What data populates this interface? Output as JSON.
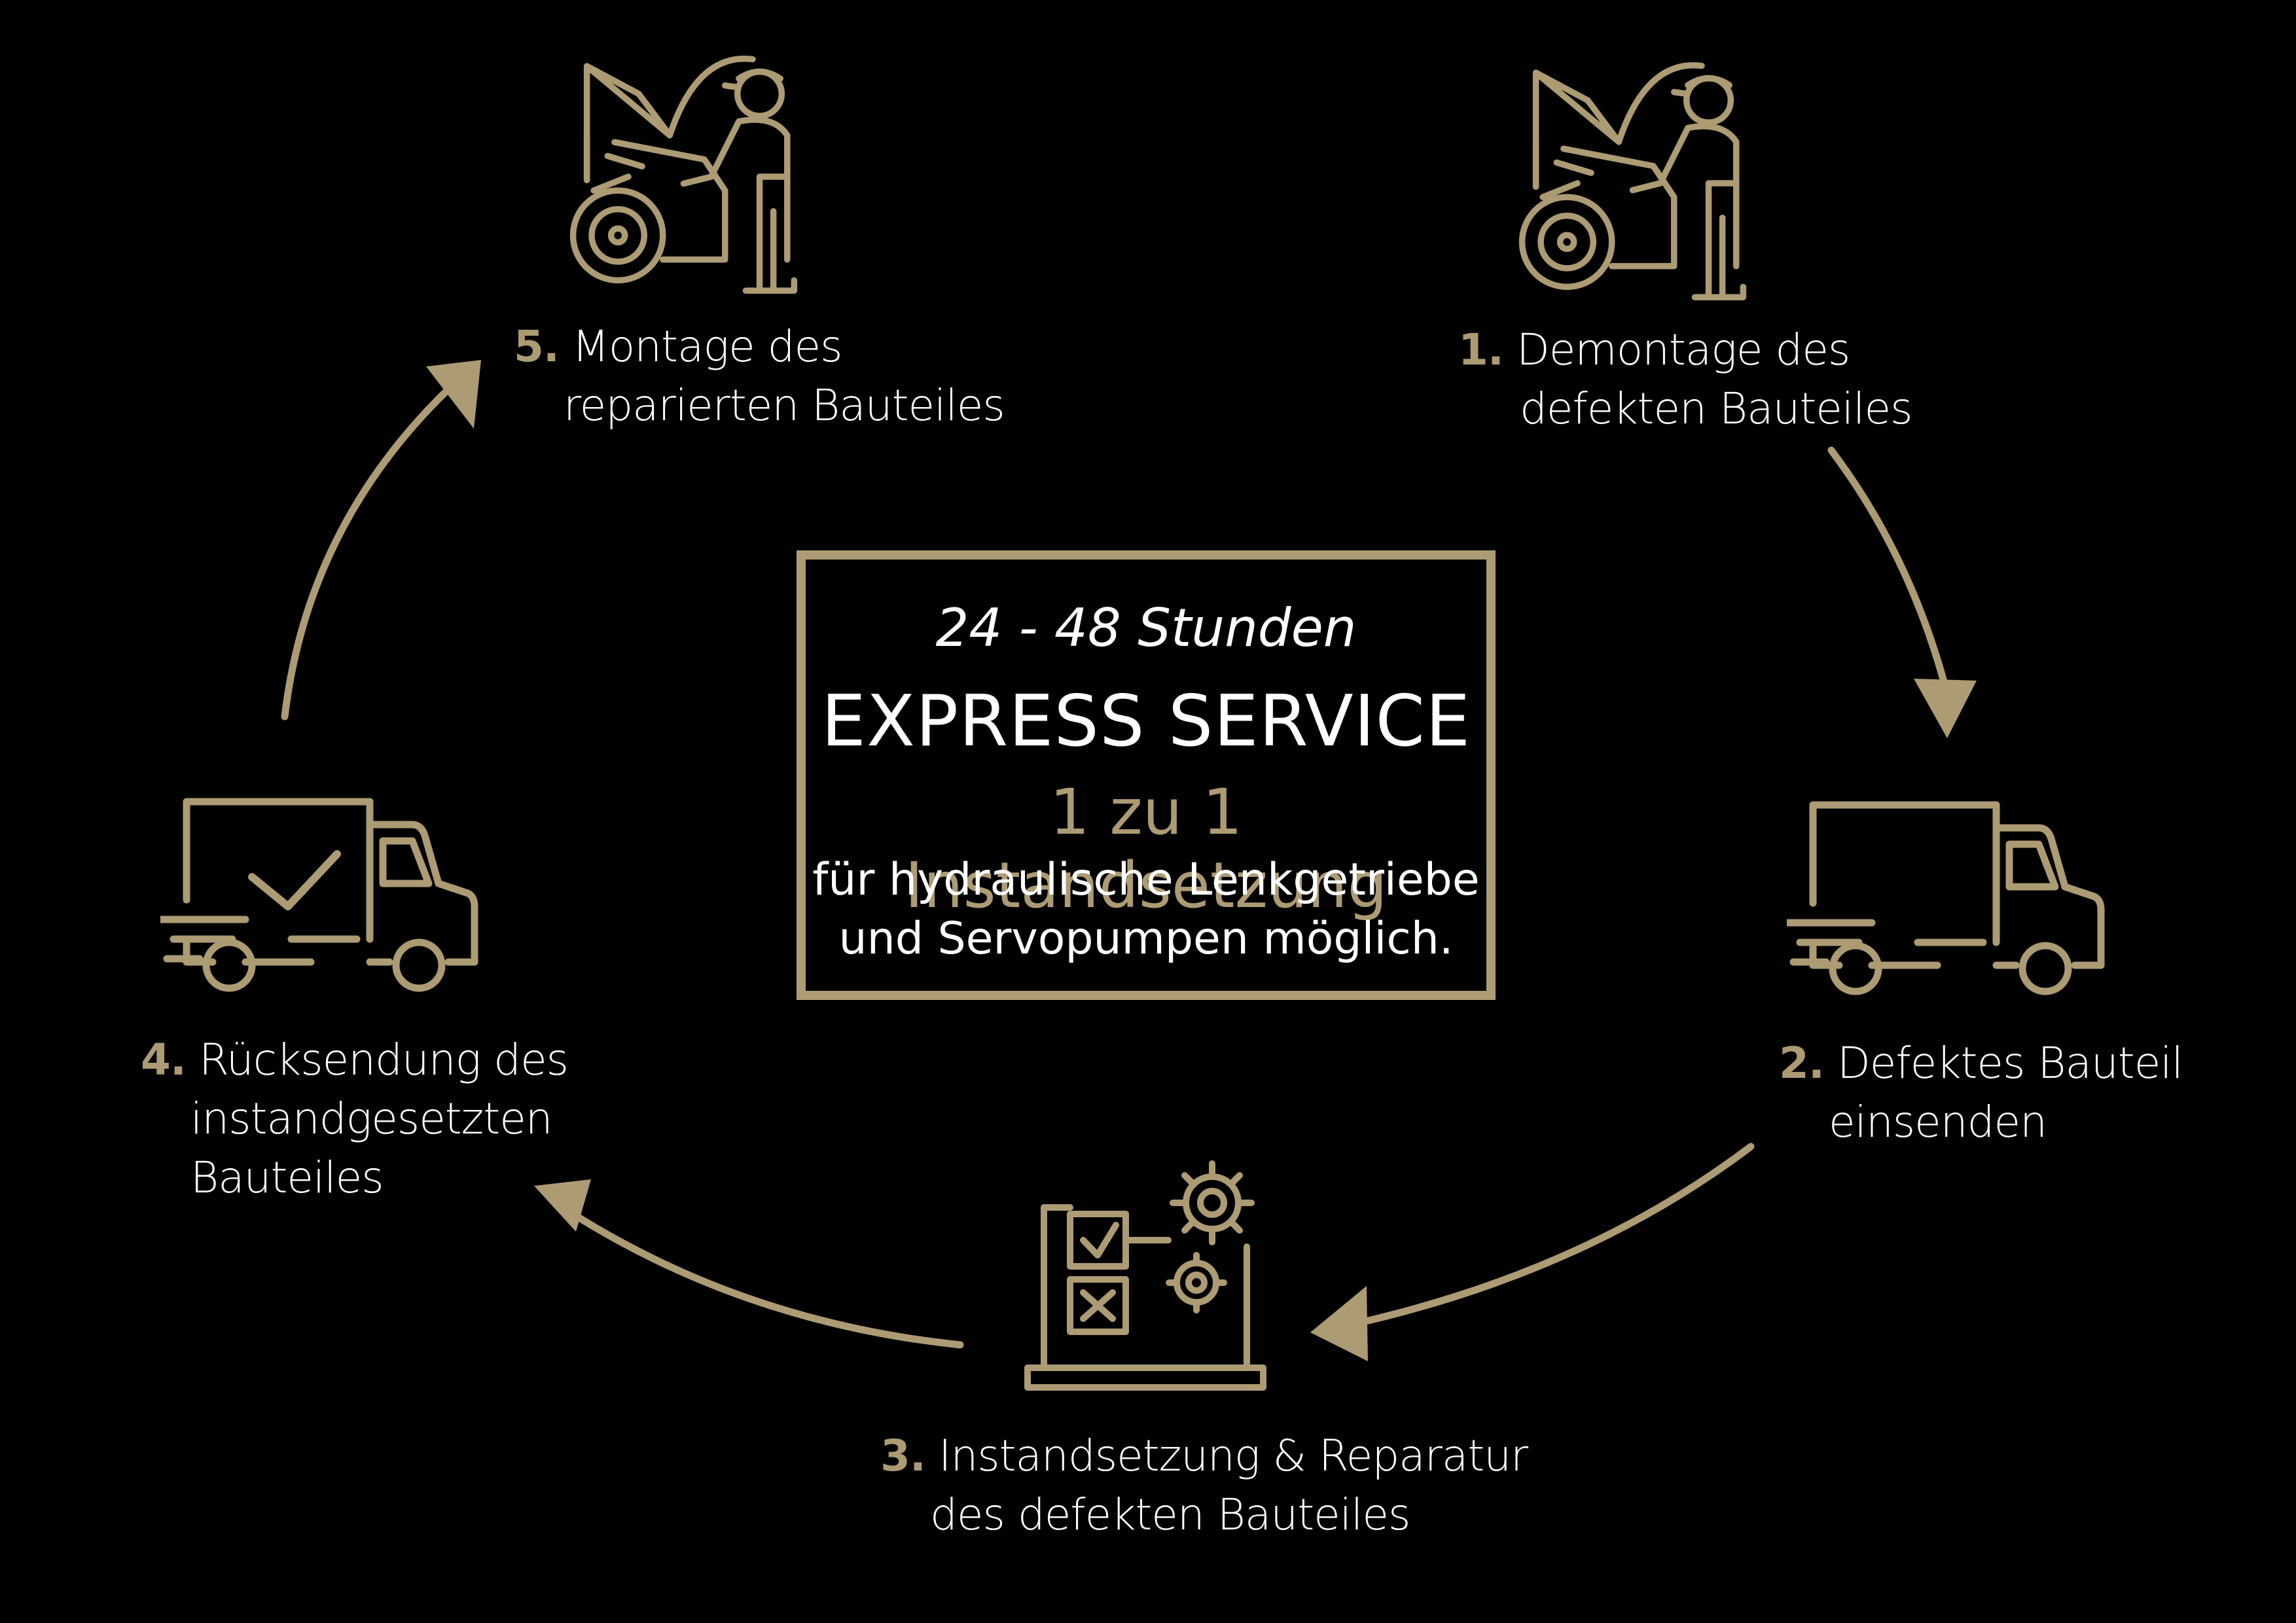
{
  "colors": {
    "accent": "#ac9b73",
    "background": "#000000",
    "text": "#ffffff"
  },
  "center": {
    "hours": "24 - 48 Stunden",
    "title": "EXPRESS SERVICE",
    "subtitle": "1 zu 1 Instandsetzung",
    "line1": "für hydraulische Lenkgetriebe",
    "line2": "und Servopumpen möglich."
  },
  "steps": [
    {
      "num": "1.",
      "line1": "Demontage des",
      "line2": "defekten Bauteiles",
      "icon": "mechanic-car-icon"
    },
    {
      "num": "2.",
      "line1": "Defektes Bauteil",
      "line2": "einsenden",
      "icon": "delivery-truck-icon"
    },
    {
      "num": "3.",
      "line1": "Instandsetzung & Reparatur",
      "line2": "des defekten Bauteiles",
      "icon": "laptop-gears-checklist-icon"
    },
    {
      "num": "4.",
      "line1": "Rücksendung des",
      "line2": "instandgesetzten",
      "line3": "Bauteiles",
      "icon": "truck-checkmark-icon"
    },
    {
      "num": "5.",
      "line1": "Montage des",
      "line2": "reparierten Bauteiles",
      "icon": "mechanic-car-icon"
    }
  ]
}
